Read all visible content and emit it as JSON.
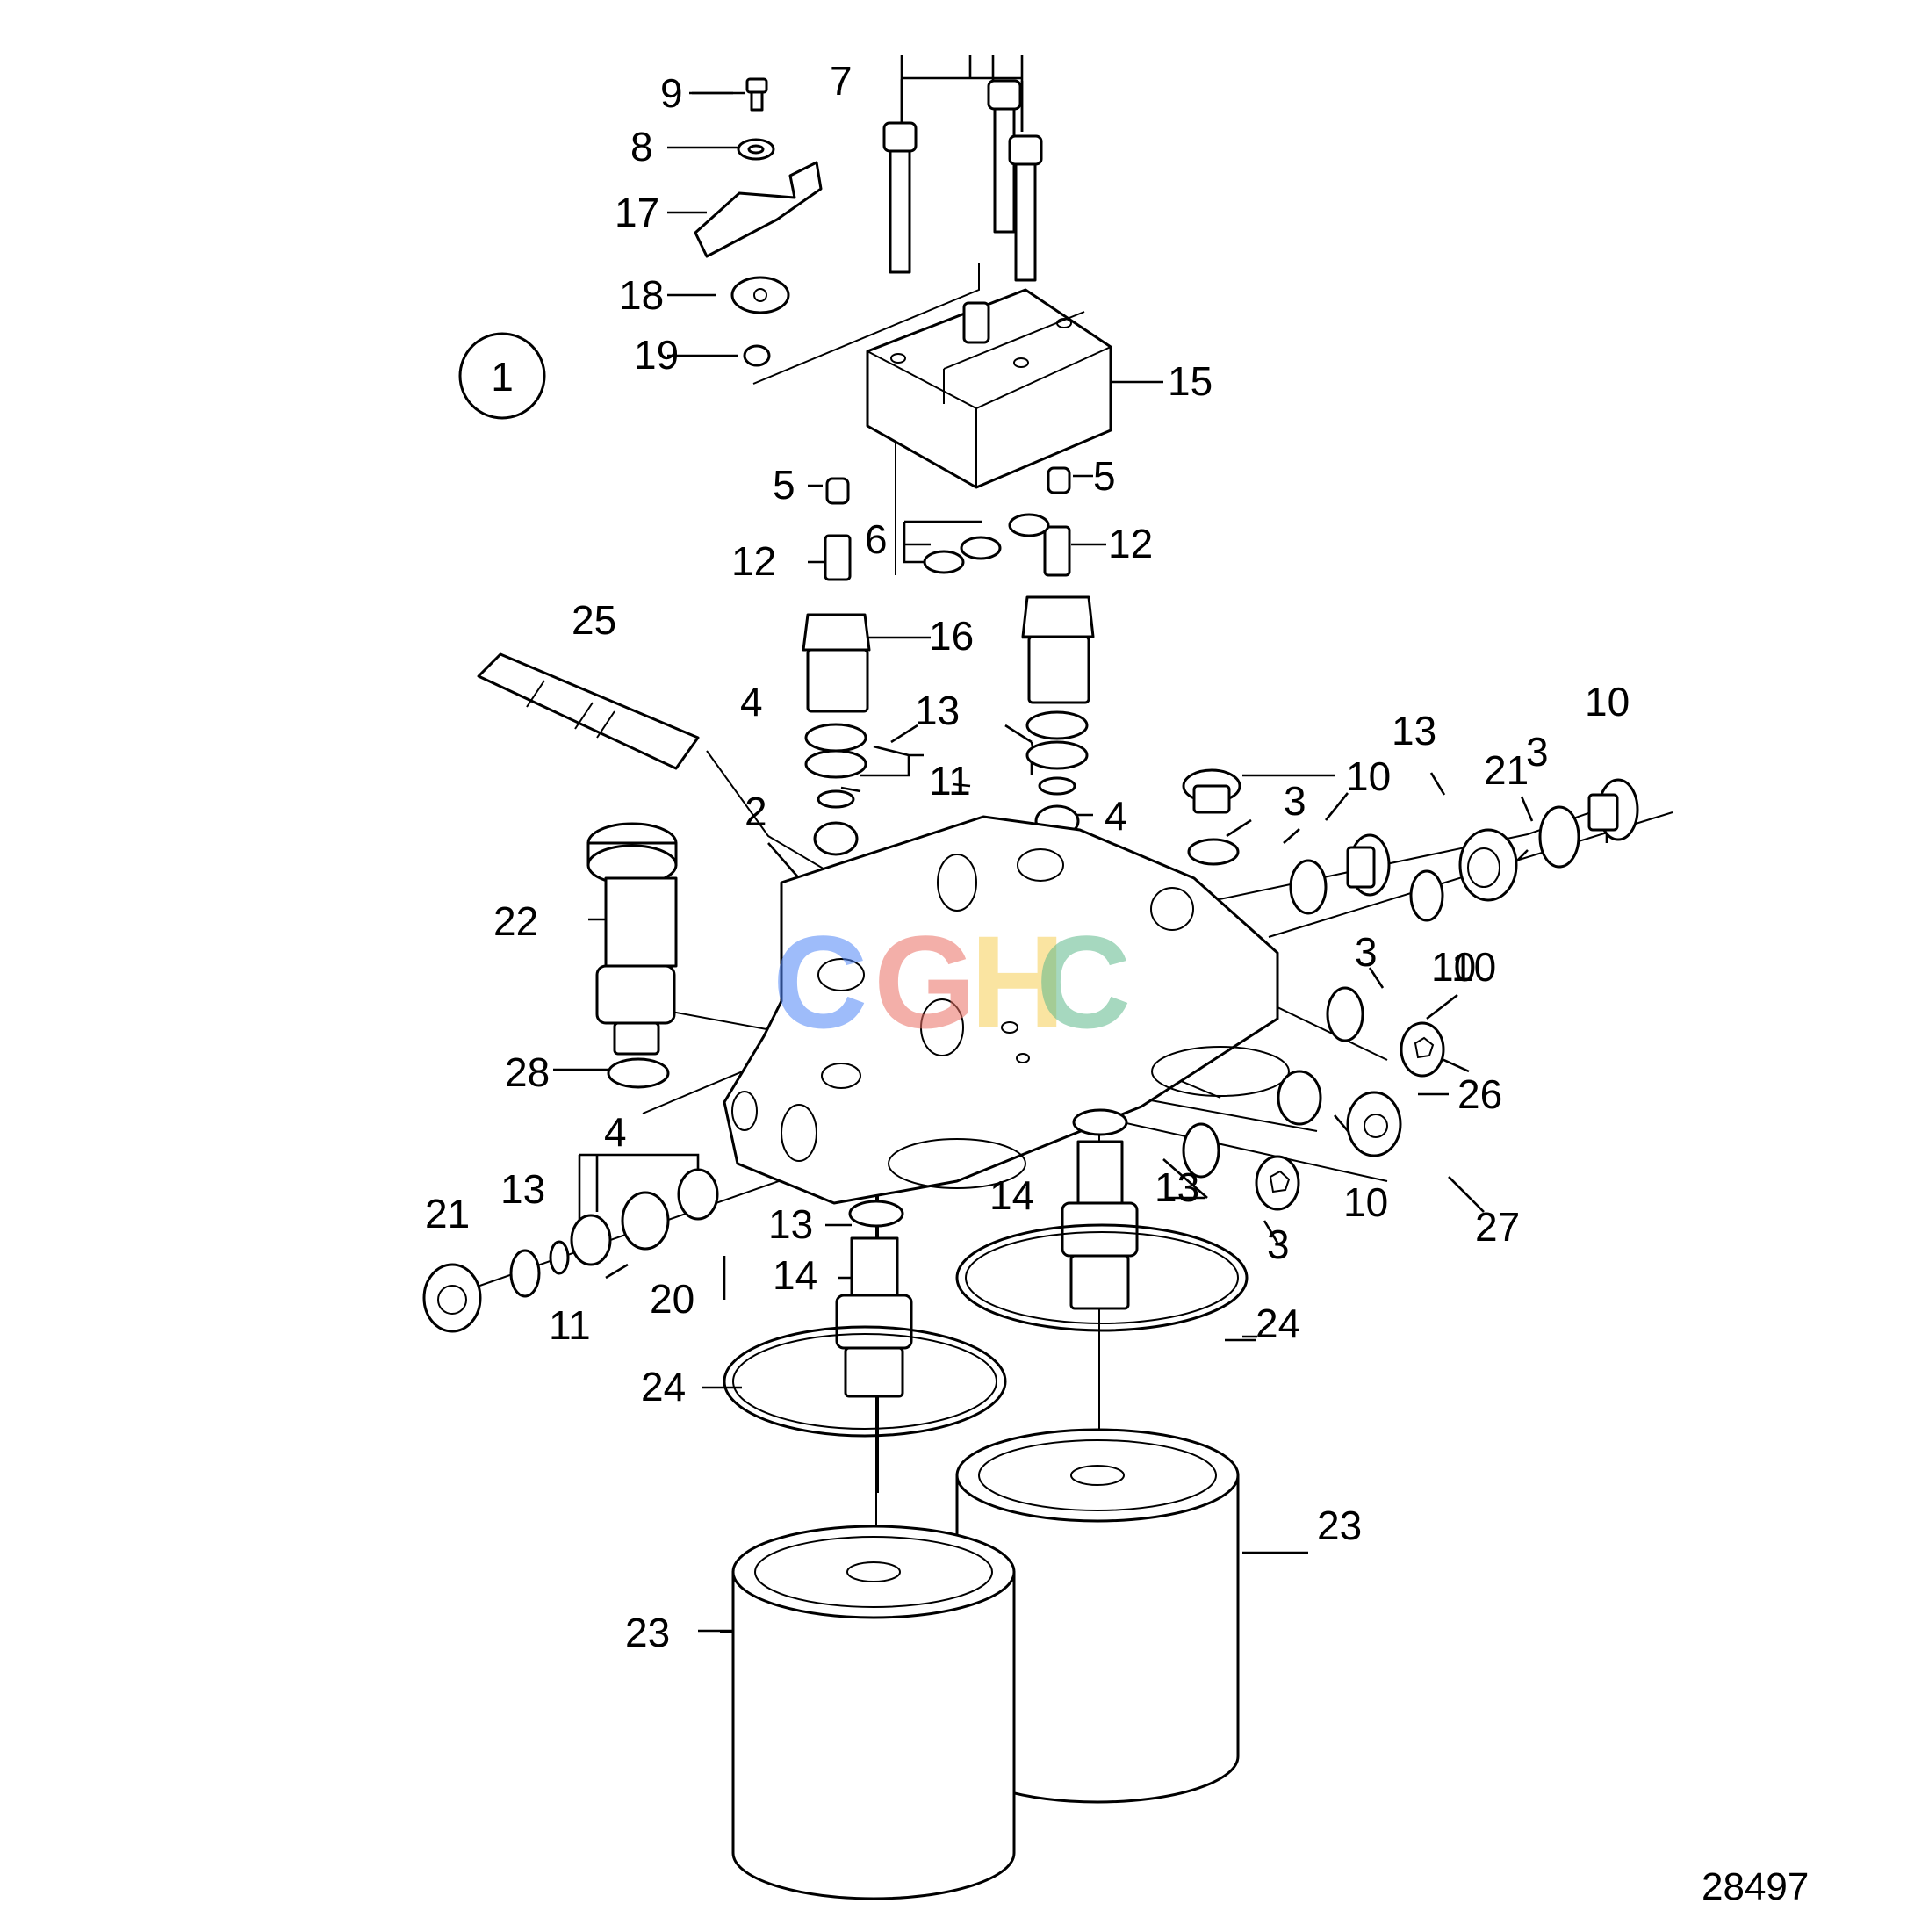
{
  "view_number": "1",
  "figure_id": "28497",
  "watermark": {
    "letters": [
      "C",
      "G",
      "H",
      "C"
    ],
    "colors": [
      "#4f86f7",
      "#ea6f64",
      "#f6cf56",
      "#5fb98c"
    ]
  },
  "callouts": [
    {
      "id": "c9",
      "text": "9"
    },
    {
      "id": "c8",
      "text": "8"
    },
    {
      "id": "c17",
      "text": "17"
    },
    {
      "id": "c18",
      "text": "18"
    },
    {
      "id": "c19",
      "text": "19"
    },
    {
      "id": "c7",
      "text": "7"
    },
    {
      "id": "c15",
      "text": "15"
    },
    {
      "id": "c5a",
      "text": "5"
    },
    {
      "id": "c5b",
      "text": "5"
    },
    {
      "id": "c6",
      "text": "6"
    },
    {
      "id": "c12a",
      "text": "12"
    },
    {
      "id": "c12b",
      "text": "12"
    },
    {
      "id": "c16",
      "text": "16"
    },
    {
      "id": "c25",
      "text": "25"
    },
    {
      "id": "c4a",
      "text": "4"
    },
    {
      "id": "c13a",
      "text": "13"
    },
    {
      "id": "c11a",
      "text": "11"
    },
    {
      "id": "c2",
      "text": "2"
    },
    {
      "id": "c4b",
      "text": "4"
    },
    {
      "id": "c22",
      "text": "22"
    },
    {
      "id": "c28",
      "text": "28"
    },
    {
      "id": "c10a",
      "text": "10"
    },
    {
      "id": "c3a",
      "text": "3"
    },
    {
      "id": "c13b",
      "text": "13"
    },
    {
      "id": "c21a",
      "text": "21"
    },
    {
      "id": "c3b",
      "text": "3"
    },
    {
      "id": "c10b",
      "text": "10"
    },
    {
      "id": "c10c",
      "text": "10"
    },
    {
      "id": "c3c",
      "text": "3"
    },
    {
      "id": "c10d",
      "text": "10"
    },
    {
      "id": "c26",
      "text": "26"
    },
    {
      "id": "c4c",
      "text": "4"
    },
    {
      "id": "c21b",
      "text": "21"
    },
    {
      "id": "c13c",
      "text": "13"
    },
    {
      "id": "c11b",
      "text": "11"
    },
    {
      "id": "c20",
      "text": "20"
    },
    {
      "id": "c13d",
      "text": "13"
    },
    {
      "id": "c14a",
      "text": "14"
    },
    {
      "id": "c13e",
      "text": "13"
    },
    {
      "id": "c14b",
      "text": "14"
    },
    {
      "id": "c10e",
      "text": "10"
    },
    {
      "id": "c3d",
      "text": "3"
    },
    {
      "id": "c27",
      "text": "27"
    },
    {
      "id": "c24a",
      "text": "24"
    },
    {
      "id": "c24b",
      "text": "24"
    },
    {
      "id": "c23a",
      "text": "23"
    },
    {
      "id": "c23b",
      "text": "23"
    }
  ]
}
